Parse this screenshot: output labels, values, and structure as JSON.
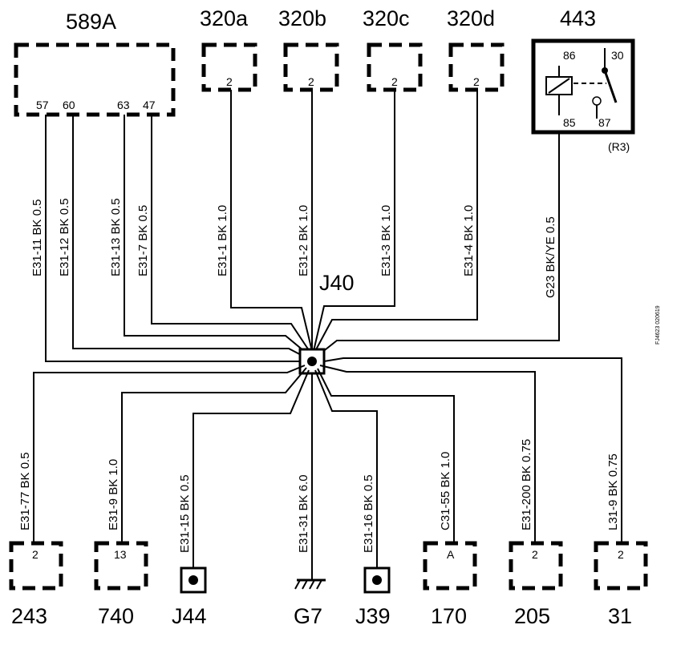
{
  "module_589a": {
    "name": "589A",
    "pins": [
      "57",
      "60",
      "63",
      "47"
    ]
  },
  "relay_443": {
    "name": "443",
    "ref": "(R3)",
    "pins": {
      "p86": "86",
      "p30": "30",
      "p85": "85",
      "p87": "87"
    }
  },
  "splice": {
    "name": "J40"
  },
  "top_connectors": [
    {
      "name": "320a",
      "pin": "2"
    },
    {
      "name": "320b",
      "pin": "2"
    },
    {
      "name": "320c",
      "pin": "2"
    },
    {
      "name": "320d",
      "pin": "2"
    }
  ],
  "bottom_connectors": [
    {
      "name": "243",
      "pin": "2"
    },
    {
      "name": "740",
      "pin": "13"
    },
    {
      "name": "J44"
    },
    {
      "name": "G7"
    },
    {
      "name": "J39"
    },
    {
      "name": "170",
      "pin": "A"
    },
    {
      "name": "205",
      "pin": "2"
    },
    {
      "name": "31",
      "pin": "2"
    }
  ],
  "wires": [
    "E31-11  BK  0.5",
    "E31-12  BK  0.5",
    "E31-13  BK  0.5",
    "E31-7  BK  0.5",
    "E31-1  BK  1.0",
    "E31-2  BK  1.0",
    "E31-3  BK  1.0",
    "E31-4  BK  1.0",
    "G23  BK/YE  0.5",
    "E31-77  BK  0.5",
    "E31-9  BK  1.0",
    "E31-15  BK  0.5",
    "E31-31  BK  6.0",
    "E31-16  BK  0.5",
    "C31-55  BK  1.0",
    "E31-200  BK  0.75",
    "L31-9  BK  0.75"
  ],
  "figure_id": "FJ4623  020619"
}
